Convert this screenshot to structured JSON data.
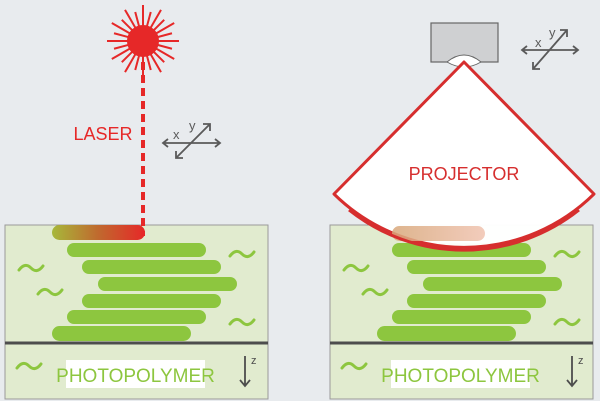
{
  "left": {
    "laser_label": "LASER",
    "material_label": "PHOTOPOLYMER",
    "axis_x": "x",
    "axis_y": "y",
    "axis_z": "z"
  },
  "right": {
    "projector_label": "PROJECTOR",
    "material_label": "PHOTOPOLYMER",
    "axis_x": "x",
    "axis_y": "y",
    "axis_z": "z"
  },
  "colors": {
    "background": "#e8ebee",
    "resin": "#e1ebcf",
    "layer": "#8dc63f",
    "laser": "#e62828",
    "divider": "#4d4d4d",
    "projector_body": "#cfd0d2"
  }
}
